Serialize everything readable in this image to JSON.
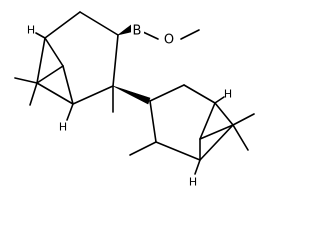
{
  "molecule": {
    "atoms": {
      "boron": "B",
      "oxygen": "O",
      "h1": "H",
      "h2": "H",
      "h3": "H",
      "h4": "H"
    }
  }
}
